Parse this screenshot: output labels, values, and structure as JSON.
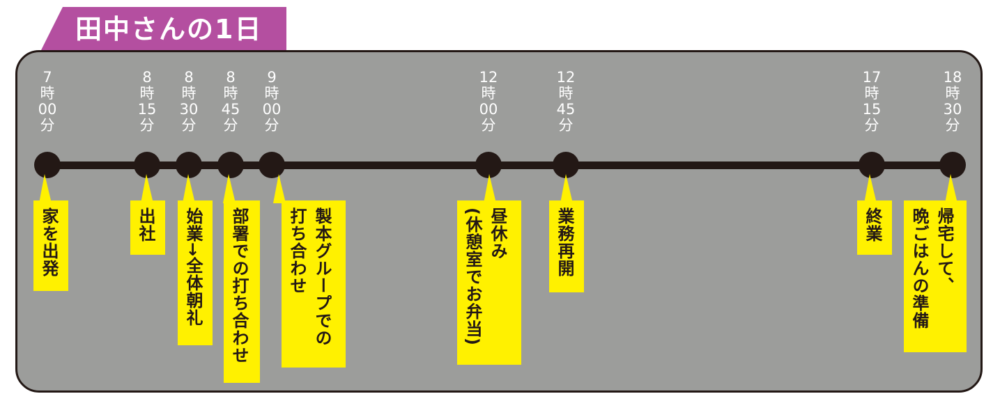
{
  "title": "田中さんの1日",
  "colors": {
    "title_bg": "#b44fa0",
    "panel_bg": "#9c9d9b",
    "note_bg": "#fff100",
    "axis": "#231815"
  },
  "events": [
    {
      "time": "7\n時\n00\n分",
      "text": "家を出発"
    },
    {
      "time": "8\n時\n15\n分",
      "text": "出社"
    },
    {
      "time": "8\n時\n30\n分",
      "text": "始業→全体朝礼"
    },
    {
      "time": "8\n時\n45\n分",
      "text": "部署での打ち合わせ"
    },
    {
      "time": "9\n時\n00\n分",
      "text": "製本グループでの\n打ち合わせ"
    },
    {
      "time": "12\n時\n00\n分",
      "text": "昼休み\n(休憩室でお弁当)"
    },
    {
      "time": "12\n時\n45\n分",
      "text": "業務再開"
    },
    {
      "time": "17\n時\n15\n分",
      "text": "終業"
    },
    {
      "time": "18\n時\n30\n分",
      "text": "帰宅して、\n晩ごはんの準備"
    }
  ]
}
